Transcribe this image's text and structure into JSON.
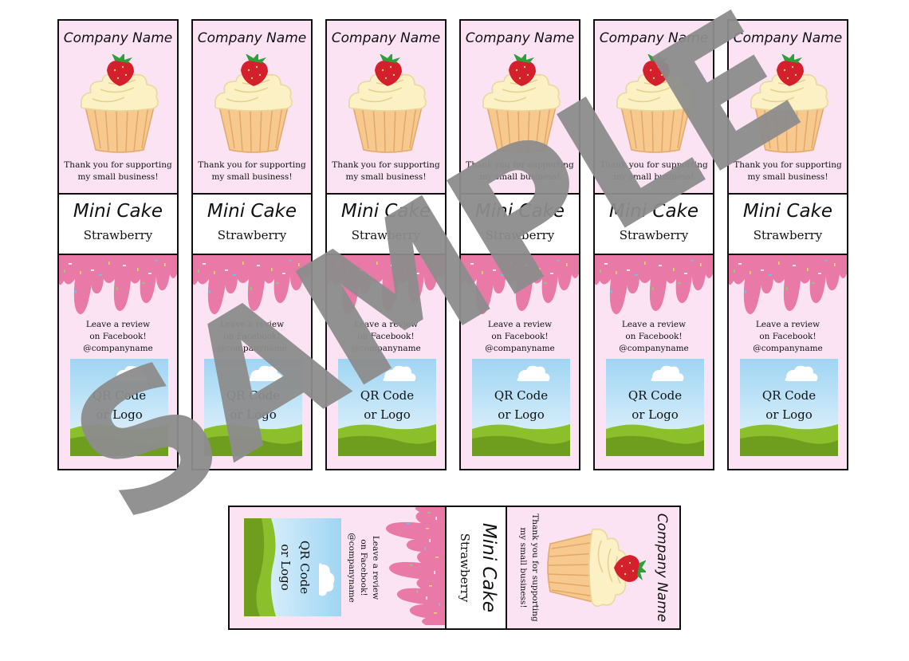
{
  "labels": [
    {
      "company": "Company Name",
      "thanks": "Thank you for supporting my small business!",
      "product": "Mini Cake",
      "flavor": "Strawberry",
      "review_lines": [
        "Leave a review",
        "on Facebook!",
        "@companyname"
      ],
      "qr_lines": [
        "QR Code",
        "or Logo"
      ]
    },
    {
      "company": "Company Name",
      "thanks": "Thank you for supporting my small business!",
      "product": "Mini Cake",
      "flavor": "Strawberry",
      "review_lines": [
        "Leave a review",
        "on Facebook!",
        "@companyname"
      ],
      "qr_lines": [
        "QR Code",
        "or Logo"
      ]
    },
    {
      "company": "Company Name",
      "thanks": "Thank you for supporting my small business!",
      "product": "Mini Cake",
      "flavor": "Strawberry",
      "review_lines": [
        "Leave a review",
        "on Facebook!",
        "@companyname"
      ],
      "qr_lines": [
        "QR Code",
        "or Logo"
      ]
    },
    {
      "company": "Company Name",
      "thanks": "Thank you for supporting my small business!",
      "product": "Mini Cake",
      "flavor": "Strawberry",
      "review_lines": [
        "Leave a review",
        "on Facebook!",
        "@companyname"
      ],
      "qr_lines": [
        "QR Code",
        "or Logo"
      ]
    },
    {
      "company": "Company Name",
      "thanks": "Thank you for supporting my small business!",
      "product": "Mini Cake",
      "flavor": "Strawberry",
      "review_lines": [
        "Leave a review",
        "on Facebook!",
        "@companyname"
      ],
      "qr_lines": [
        "QR Code",
        "or Logo"
      ]
    },
    {
      "company": "Company Name",
      "thanks": "Thank you for supporting my small business!",
      "product": "Mini Cake",
      "flavor": "Strawberry",
      "review_lines": [
        "Leave a review",
        "on Facebook!",
        "@companyname"
      ],
      "qr_lines": [
        "QR Code",
        "or Logo"
      ]
    }
  ],
  "rotated_label": {
    "company": "Company Name",
    "thanks": "Thank you for supporting my small business!",
    "product": "Mini Cake",
    "flavor": "Strawberry",
    "review_lines": [
      "Leave a review",
      "on Facebook!",
      "@companyname"
    ],
    "qr_lines": [
      "QR Code",
      "or Logo"
    ]
  },
  "watermark": "SAMPLE",
  "colors": {
    "label_bg": "#fbe3f4",
    "icing": "#e97aa8",
    "cream": "#fbf1c4",
    "cup": "#f7c98e",
    "strawberry": "#d4202c",
    "sky": "#bfe3f7",
    "grass": "#7aab22",
    "watermark": "#8c8c8c"
  }
}
